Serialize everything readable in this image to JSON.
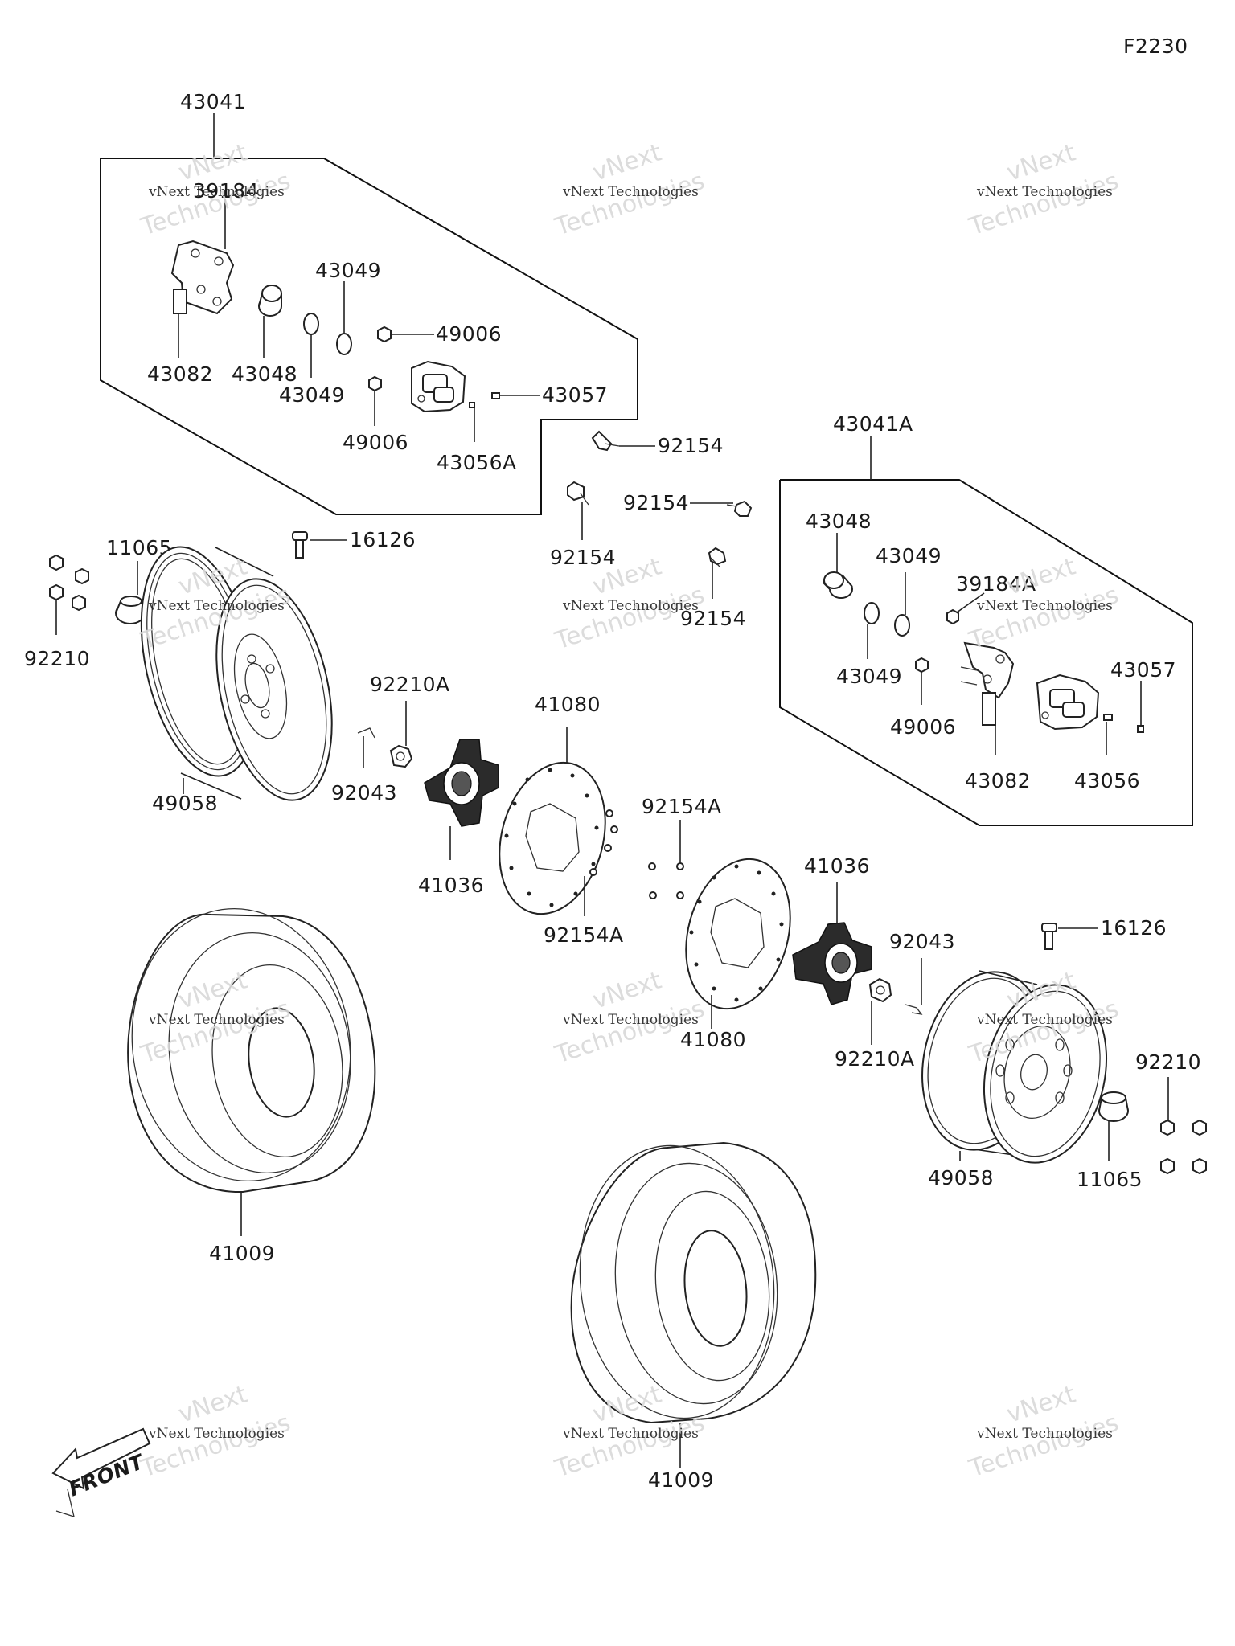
{
  "figure_code": "F2230",
  "front_label": "FRONT",
  "watermark": {
    "line1": "vNext Technologies",
    "line2": "vNext",
    "line3": "Technologies"
  },
  "labels": {
    "kit_left": "43041",
    "kit_right": "43041A",
    "bracket_left": "39184",
    "bracket_right": "39184A",
    "pad_holder_left": "43082",
    "pad_holder_right": "43082",
    "piston_left": "43048",
    "piston_right": "43048",
    "seal_a_left": "43049",
    "seal_b_left": "43049",
    "seal_a_right": "43049",
    "seal_b_right": "43049",
    "nut_a_left": "49006",
    "nut_b_left": "49006",
    "nut_right": "49006",
    "bleeder_left": "43057",
    "bleeder_right": "43057",
    "pin_left": "43056A",
    "pin_right": "43056",
    "bolt_1": "92154",
    "bolt_2": "92154",
    "bolt_3": "92154",
    "bolt_4": "92154",
    "bolt_a_left": "92154A",
    "bolt_a_right": "92154A",
    "valve_left": "16126",
    "valve_right": "16126",
    "cap_left": "11065",
    "cap_right": "11065",
    "wheel_nuts_left": "92210",
    "wheel_nuts_right": "92210",
    "hub_nut_left": "92210A",
    "hub_nut_right": "92210A",
    "cotter_left": "92043",
    "cotter_right": "92043",
    "rim_left": "49058",
    "rim_right": "49058",
    "hub_left": "41036",
    "hub_right": "41036",
    "disc_left": "41080",
    "disc_right": "41080",
    "tire_left": "41009",
    "tire_right": "41009"
  }
}
